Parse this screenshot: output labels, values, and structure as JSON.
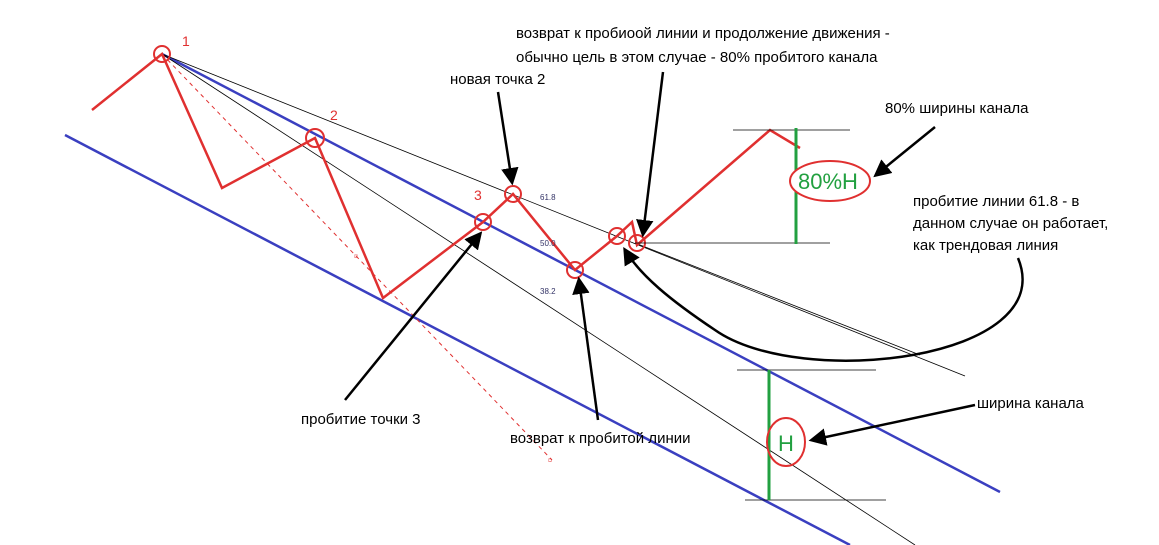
{
  "points": {
    "p1": "1",
    "p2": "2",
    "p3": "3"
  },
  "fib_levels": {
    "l618": "61.8",
    "l500": "50.0",
    "l382": "38.2"
  },
  "annotations": {
    "return_line_1": "возврат к пробиоой линии и продолжение движения -",
    "return_line_2": "обычно цель в этом случае - 80% пробитого канала",
    "new_point_2": "новая точка 2",
    "width_80": "80% ширины канала",
    "breakout_618_1": "пробитие  линии 61.8 - в",
    "breakout_618_2": "данном случае он работает,",
    "breakout_618_3": "как трендовая линия",
    "breakout_point_3": "пробитие точки 3",
    "return_broken_line": "возврат к пробитой линии",
    "channel_width": "ширина канала"
  },
  "markers": {
    "h80": "80%H",
    "h": "H"
  },
  "colors": {
    "price": "#e03030",
    "channel": "#3a3fc0",
    "fib": "#000000",
    "measure": "#22a040",
    "arrows": "#000000"
  }
}
